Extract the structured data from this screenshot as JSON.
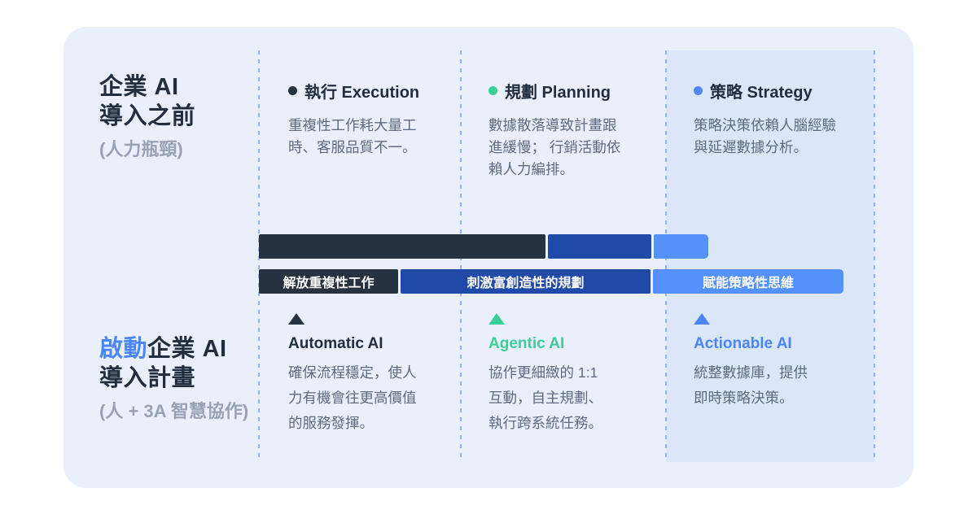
{
  "colors": {
    "card_bg": "#e9f0fc",
    "panel_bg": "#dbe6f9",
    "dark_navy": "#263240",
    "royal_blue": "#2149a8",
    "light_blue": "#5591fa",
    "accent_blue": "#4a86f7",
    "green": "#3bcf96",
    "muted_gray": "#99a2b4",
    "desc_gray": "#5e6a80",
    "dotted_line": "#8fb4ee"
  },
  "left_top": {
    "title_line1": "企業 AI",
    "title_line2": "導入之前",
    "subtitle": "(人力瓶頸)"
  },
  "left_bottom": {
    "title_highlight": "啟動",
    "title_rest": "企業 AI",
    "title_line2": "導入計畫",
    "subtitle": "(人 + 3A 智慧協作)"
  },
  "columns_before": [
    {
      "bullet": "dark-navy",
      "title": "執行 Execution",
      "desc": "重複性工作耗大量工\n時、客服品質不一。"
    },
    {
      "bullet": "green",
      "title": "規劃 Planning",
      "desc": "數據散落導致計畫跟\n進緩慢； 行銷活動依\n賴人力編排。"
    },
    {
      "bullet": "blue",
      "title": "策略 Strategy",
      "desc": "策略決策依賴人腦經驗\n與延遲數據分析。"
    }
  ],
  "bars": {
    "top_segments": [
      {
        "color": "dark-navy"
      },
      {
        "color": "royal-blue"
      },
      {
        "color": "light-blue"
      }
    ],
    "labels": [
      {
        "text": "解放重複性工作",
        "color": "dark-navy"
      },
      {
        "text": "刺激富創造性的規劃",
        "color": "royal-blue"
      },
      {
        "text": "賦能策略性思維",
        "color": "light-blue"
      }
    ]
  },
  "columns_after": [
    {
      "marker": "dark-navy",
      "name": "Automatic AI",
      "desc": "確保流程穩定，使人\n力有機會往更高價值\n的服務發揮。"
    },
    {
      "marker": "green",
      "name": "Agentic AI",
      "desc": "協作更細緻的 1:1\n互動，自主規劃、\n執行跨系統任務。"
    },
    {
      "marker": "blue",
      "name": "Actionable AI",
      "desc": "統整數據庫，提供\n即時策略決策。"
    }
  ]
}
